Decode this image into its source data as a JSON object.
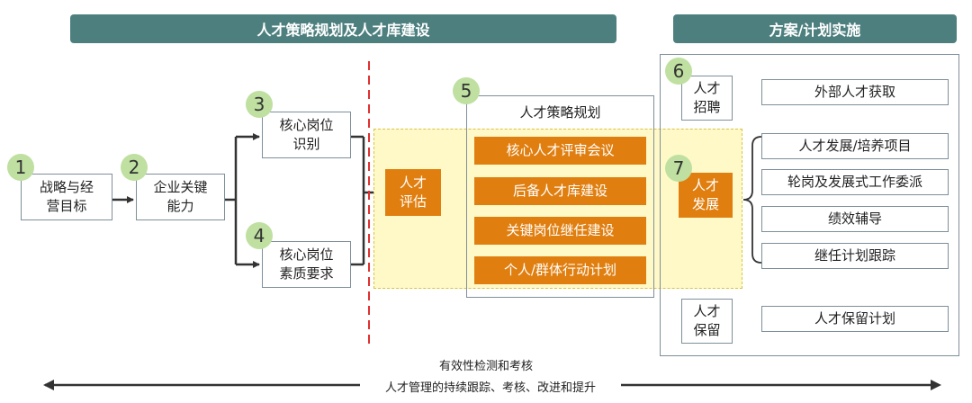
{
  "headers": {
    "left": "人才策略规划及人才库建设",
    "right": "方案/计划实施"
  },
  "steps": [
    {
      "number": "1",
      "label": "战略与经\n营目标"
    },
    {
      "number": "2",
      "label": "企业关键\n能力"
    },
    {
      "number": "3",
      "label": "核心岗位\n识别"
    },
    {
      "number": "4",
      "label": "核心岗位\n素质要求"
    },
    {
      "number": "5",
      "label": "人才策略规划"
    },
    {
      "number": "6",
      "label": "人才\n招聘"
    },
    {
      "number": "7",
      "label": "人才\n发展"
    }
  ],
  "assessment": "人才\n评估",
  "strategy_items": [
    "核心人才评审会议",
    "后备人才库建设",
    "关键岗位继任建设",
    "个人/群体行动计划"
  ],
  "recruit_items": [
    "外部人才获取"
  ],
  "development_items": [
    "人才发展/培养项目",
    "轮岗及发展式工作委派",
    "绩效辅导",
    "继任计划跟踪"
  ],
  "retention": {
    "label": "人才\n保留",
    "item": "人才保留计划"
  },
  "footer": {
    "line1": "有效性检测和考核",
    "line2": "人才管理的持续跟踪、考核、改进和提升"
  },
  "colors": {
    "header": "#4e7f7f",
    "orange": "#e07f10",
    "circle": "#bfe0a0",
    "highlight": "#fff9c8",
    "dashed_divider": "#e03030"
  }
}
